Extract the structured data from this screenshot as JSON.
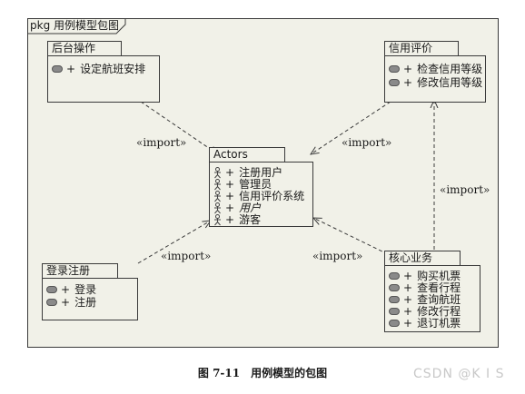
{
  "frame_label": "pkg 用例模型包图",
  "import_label": "«import»",
  "packages": {
    "backend": {
      "name": "后台操作",
      "items": [
        {
          "vis": "+",
          "text": "设定航班安排"
        }
      ]
    },
    "credit": {
      "name": "信用评价",
      "items": [
        {
          "vis": "+",
          "text": "检查信用等级"
        },
        {
          "vis": "+",
          "text": "修改信用等级"
        }
      ]
    },
    "actors": {
      "name": "Actors",
      "items": [
        {
          "vis": "+",
          "text": "注册用户",
          "italic": false
        },
        {
          "vis": "+",
          "text": "管理员",
          "italic": false
        },
        {
          "vis": "+",
          "text": "信用评价系统",
          "italic": false
        },
        {
          "vis": "+",
          "text": "用户",
          "italic": true
        },
        {
          "vis": "+",
          "text": "游客",
          "italic": false
        }
      ]
    },
    "login": {
      "name": "登录注册",
      "items": [
        {
          "vis": "+",
          "text": "登录"
        },
        {
          "vis": "+",
          "text": "注册"
        }
      ]
    },
    "core": {
      "name": "核心业务",
      "items": [
        {
          "vis": "+",
          "text": "购买机票"
        },
        {
          "vis": "+",
          "text": "查看行程"
        },
        {
          "vis": "+",
          "text": "查询航班"
        },
        {
          "vis": "+",
          "text": "修改行程"
        },
        {
          "vis": "+",
          "text": "退订机票"
        }
      ]
    }
  },
  "caption": "图 7-11　用例模型的包图",
  "watermark": "CSDN @K I S",
  "colors": {
    "frame_fill": "#f1f1e8",
    "line": "#3a3a3a"
  }
}
